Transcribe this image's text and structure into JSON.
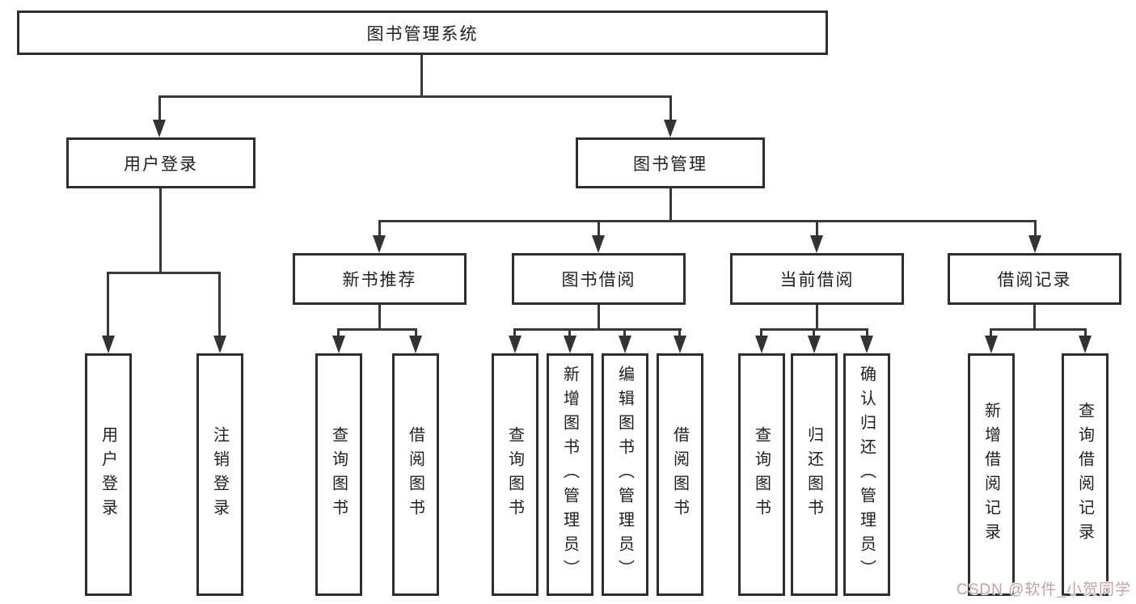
{
  "tree": {
    "root": {
      "label": "图书管理系统"
    },
    "branches": [
      {
        "label": "用户登录",
        "children": [
          {
            "label": "用户登录"
          },
          {
            "label": "注销登录"
          }
        ]
      },
      {
        "label": "图书管理",
        "children": [
          {
            "label": "新书推荐",
            "children": [
              {
                "label": "查询图书"
              },
              {
                "label": "借阅图书"
              }
            ]
          },
          {
            "label": "图书借阅",
            "children": [
              {
                "label": "查询图书"
              },
              {
                "label": "新增图书（管理员）"
              },
              {
                "label": "编辑图书（管理员）"
              },
              {
                "label": "借阅图书"
              }
            ]
          },
          {
            "label": "当前借阅",
            "children": [
              {
                "label": "查询图书"
              },
              {
                "label": "归还图书"
              },
              {
                "label": "确认归还（管理员）"
              }
            ]
          },
          {
            "label": "借阅记录",
            "children": [
              {
                "label": "新增借阅记录"
              },
              {
                "label": "查询借阅记录"
              }
            ]
          }
        ]
      }
    ]
  },
  "watermark": {
    "text": "CSDN @软件_小贺同学",
    "color": "#c7a0a0"
  },
  "colors": {
    "background": "#ffffff",
    "box_border": "#2e2e2e",
    "connector": "#383838",
    "text": "#1f1f1f"
  }
}
